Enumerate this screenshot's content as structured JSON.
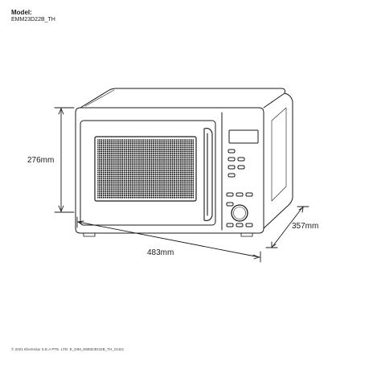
{
  "header": {
    "model_label": "Model:",
    "model_code": "EMM23D22B_TH"
  },
  "dimensions": {
    "height": "276mm",
    "width": "483mm",
    "depth": "357mm"
  },
  "footer": {
    "copyright": "© 2021 Electrolux S.E.A PTE. LTD. E_DIM_EMM23D22B_TH_Oct21"
  }
}
